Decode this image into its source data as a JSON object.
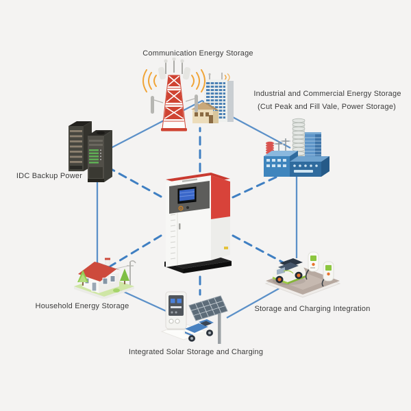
{
  "nodes": {
    "communication": {
      "label": "Communication Energy Storage"
    },
    "industrial": {
      "label": "Industrial and Commercial Energy Storage",
      "sublabel": "(Cut Peak and Fill Vale, Power Storage)"
    },
    "idc": {
      "label": "IDC Backup Power"
    },
    "household": {
      "label": "Household Energy Storage"
    },
    "solar_charging": {
      "label": "Integrated Solar Storage and Charging"
    },
    "storage_charging": {
      "label": "Storage and Charging Integration"
    }
  },
  "colors": {
    "background": "#f4f3f2",
    "solid_line": "#5b90c8",
    "dashed_line": "#3f7fc2",
    "label_text": "#3a3a3a",
    "cabinet_red": "#d0392f",
    "wifi_orange": "#f0a437",
    "roof_red": "#cd4a3c",
    "eco_green": "#8cc63f"
  }
}
